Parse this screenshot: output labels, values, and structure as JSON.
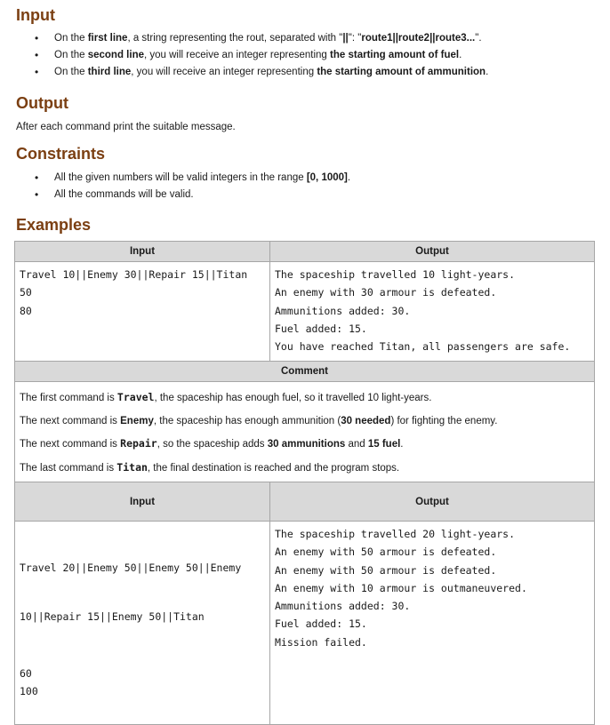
{
  "input_section": {
    "heading": "Input",
    "bullets": [
      {
        "parts": [
          {
            "t": "On the "
          },
          {
            "t": "first line",
            "b": true
          },
          {
            "t": ", a string representing the rout, separated with \""
          },
          {
            "t": "||",
            "b": true
          },
          {
            "t": "\": \""
          },
          {
            "t": "route1||route2||route3...",
            "b": true
          },
          {
            "t": "\"."
          }
        ]
      },
      {
        "parts": [
          {
            "t": "On the "
          },
          {
            "t": "second line",
            "b": true
          },
          {
            "t": ", you will receive an integer representing "
          },
          {
            "t": "the starting amount of fuel",
            "b": true
          },
          {
            "t": "."
          }
        ]
      },
      {
        "parts": [
          {
            "t": "On the "
          },
          {
            "t": "third line",
            "b": true
          },
          {
            "t": ", you will receive an integer representing "
          },
          {
            "t": "the starting amount of ammunition",
            "b": true
          },
          {
            "t": "."
          }
        ]
      }
    ]
  },
  "output_section": {
    "heading": "Output",
    "text": "After each command print the suitable message."
  },
  "constraints_section": {
    "heading": "Constraints",
    "bullets": [
      {
        "parts": [
          {
            "t": "All the given numbers will be valid integers in the range "
          },
          {
            "t": "[0, 1000]",
            "b": true
          },
          {
            "t": "."
          }
        ]
      },
      {
        "parts": [
          {
            "t": "All the commands will be valid."
          }
        ]
      }
    ]
  },
  "examples_section": {
    "heading": "Examples",
    "input_header": "Input",
    "output_header": "Output",
    "comment_header": "Comment",
    "example1": {
      "input_lines": [
        "Travel 10||Enemy 30||Repair 15||Titan",
        "50",
        "80"
      ],
      "output_lines": [
        "The spaceship travelled 10 light-years.",
        "An enemy with 30 armour is defeated.",
        "Ammunitions added: 30.",
        "Fuel added: 15.",
        "You have reached Titan, all passengers are safe."
      ],
      "comments": [
        {
          "parts": [
            {
              "t": "The first command is "
            },
            {
              "t": "Travel",
              "m": true
            },
            {
              "t": ", the spaceship has enough fuel, so it travelled 10 light-years."
            }
          ]
        },
        {
          "parts": [
            {
              "t": "The next command is "
            },
            {
              "t": "Enemy",
              "b": true
            },
            {
              "t": ", the spaceship has enough ammunition ("
            },
            {
              "t": "30 needed",
              "b": true
            },
            {
              "t": ") for fighting the enemy."
            }
          ]
        },
        {
          "parts": [
            {
              "t": "The next command is "
            },
            {
              "t": "Repair",
              "m": true
            },
            {
              "t": ", so the spaceship adds "
            },
            {
              "t": "30 ammunitions",
              "b": true
            },
            {
              "t": " and "
            },
            {
              "t": "15 fuel",
              "b": true
            },
            {
              "t": "."
            }
          ]
        },
        {
          "parts": [
            {
              "t": "The last command is "
            },
            {
              "t": "Titan",
              "m": true
            },
            {
              "t": ", the final destination is reached and the program stops."
            }
          ]
        }
      ]
    },
    "example2": {
      "input_line1a": "Travel 20||Enemy 50||Enemy 50||Enemy",
      "input_line1b": "10||Repair 15||Enemy 50||Titan",
      "input_lines_rest": [
        "60",
        "100"
      ],
      "output_lines": [
        "The spaceship travelled 20 light-years.",
        "An enemy with 50 armour is defeated.",
        "An enemy with 50 armour is defeated.",
        "An enemy with 10 armour is outmaneuvered.",
        "Ammunitions added: 30.",
        "Fuel added: 15.",
        "Mission failed."
      ]
    }
  }
}
